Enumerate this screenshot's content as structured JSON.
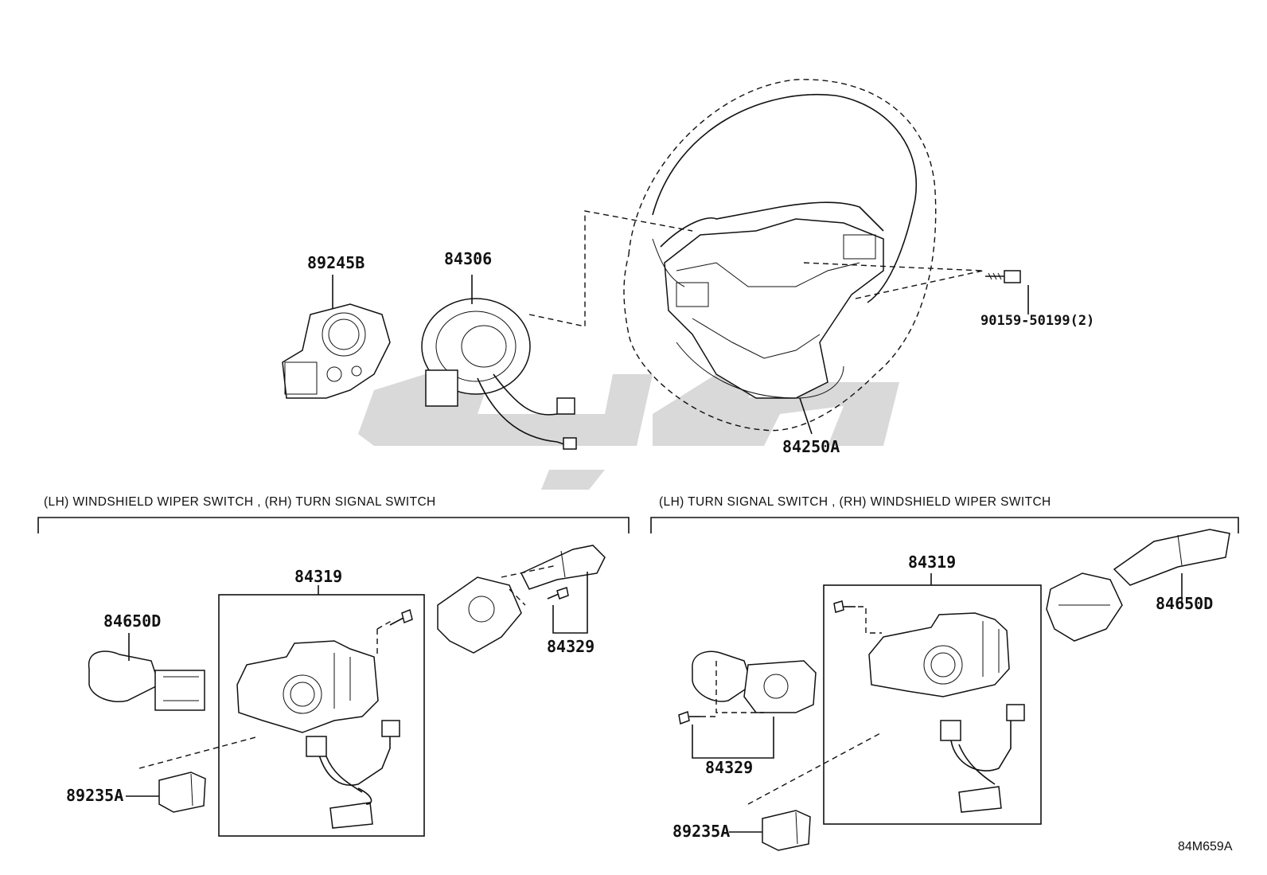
{
  "parts": {
    "spiral_cable_sub_assy": "84306",
    "steering_sensor": "89245B",
    "steering_wheel_switch": "84250A",
    "screw": "90159-50199(2)",
    "left_switch_body": "84319",
    "left_lever": "84650D",
    "left_screw": "84329",
    "left_connector": "89235A",
    "right_switch_body": "84319",
    "right_lever": "84650D",
    "right_screw": "84329",
    "right_connector": "89235A"
  },
  "sections": {
    "left_title": "(LH) WINDSHIELD WIPER SWITCH , (RH) TURN SIGNAL SWITCH",
    "right_title": "(LH) TURN SIGNAL SWITCH , (RH) WINDSHIELD WIPER SWITCH"
  },
  "diagram_code": "84M659A",
  "watermark_color": "#d9d9d9"
}
